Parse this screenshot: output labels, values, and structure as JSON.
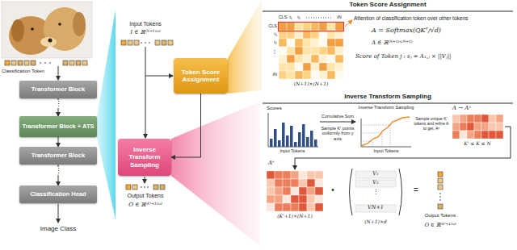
{
  "diagram": {
    "nodes": [
      {
        "text": [
          "Transformer Block"
        ]
      },
      {
        "text": [
          "Transformer Block + ATS"
        ]
      },
      {
        "text": [
          "Transformer Block"
        ]
      },
      {
        "text": [
          "Classification Head"
        ]
      },
      {
        "text": [
          "Token Score Assignment"
        ]
      },
      {
        "text": [
          "Inverse Transform Sampling"
        ]
      }
    ],
    "edges": [
      {
        "from": 0,
        "to": 1,
        "arrow": "to"
      },
      {
        "from": 1,
        "to": 2,
        "arrow": "to"
      },
      {
        "from": 2,
        "to": 3,
        "arrow": "to"
      },
      {
        "from": 4,
        "to": 5,
        "arrow": "to"
      }
    ],
    "labels": [
      "Classification Token",
      "⋮",
      "⋮",
      "Image Class",
      "Input Tokens",
      "I ∈ ℝ⁽ᴺ⁺¹⁾ˣᵈ",
      "Output Tokens",
      "O ∈ ℝ⁽ᴷ'⁺¹⁾ˣᵈ",
      "Token Score Assignment",
      "CLS",
      "t₁",
      "t₂",
      "tN",
      "CLS",
      "t₁",
      "t₂",
      "⋮",
      "tN",
      "(N+1)×(N+1)",
      "Attention of classification token over other tokens",
      "A = Softmax(QKᵀ/√d)",
      "A ∈ ℝ⁽ᴺ⁺¹⁾ˣ⁽ᴺ⁺¹⁾",
      "Score of Token j :  sⱼ = A₁,ⱼ × ||Vⱼ||",
      "Inverse Transform Sampling",
      "Scores",
      "Input Tokens",
      "Cumulative Sum",
      "Sample K' points uniformly from y axis",
      "Inverse Transform Sampling",
      "Input Tokens",
      "A → Aˢ",
      "Sample unique K' tokens and refine A to get, Aˢ",
      "K' ≤ K ≤ N",
      "Aˢ",
      "(K'+1)×(N+1)",
      "•",
      "V₁",
      "V₂",
      "⋮",
      "VN+1",
      "(N+1)×d",
      "=",
      "Output Tokens",
      "O ∈ ℝ⁽ᴷ'⁺¹⁾ˣᵈ"
    ]
  }
}
